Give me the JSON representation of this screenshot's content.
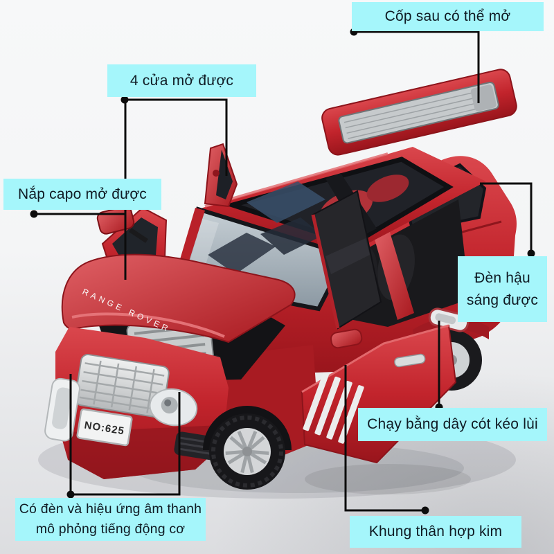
{
  "image_type": "annotated toy product photo",
  "product": {
    "name": "red Range Rover diecast model car",
    "hood_brand_text": "RANGE ROVER",
    "license_plate_text": "NO:625"
  },
  "colors": {
    "label_background": "#a5f6fb",
    "label_text": "#101b24",
    "connector_line": "#0c0c0c",
    "car_body_red": "#c2242c",
    "background_top": "#f7f8f9",
    "background_bottom": "#dcdde0"
  },
  "labels": {
    "trunk": {
      "text": "Cốp sau có thể mở"
    },
    "four_doors": {
      "text": "4 cửa mở được"
    },
    "hood": {
      "text": "Nắp capo mở được"
    },
    "taillight": {
      "line1": "Đèn hậu",
      "line2": "sáng được"
    },
    "pullback": {
      "text": "Chạy bằng dây cót kéo lùi"
    },
    "sound": {
      "line1": "Có đèn và hiệu ứng âm thanh",
      "line2": "mô phỏng tiếng động cơ"
    },
    "alloy": {
      "text": "Khung thân hợp kim"
    }
  }
}
